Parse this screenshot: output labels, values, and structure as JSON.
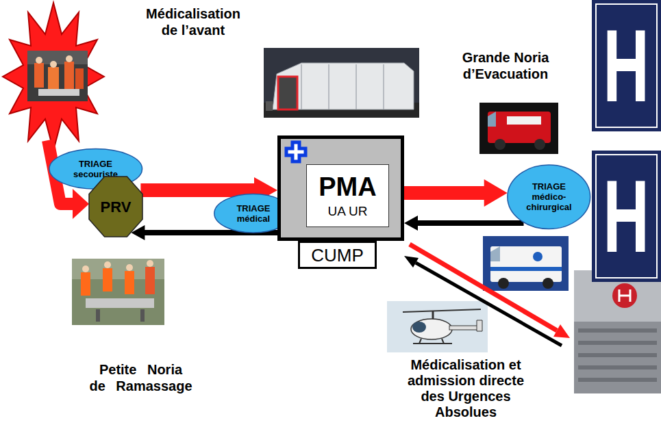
{
  "diagram": {
    "nodes": [
      {
        "text": [
          "TRIAGE secouriste"
        ]
      },
      {
        "text": [
          "PRV"
        ]
      },
      {
        "text": [
          "TRIAGE médical"
        ]
      },
      {
        "text": [
          "PMA",
          "UA UR"
        ]
      },
      {
        "text": [
          "CUMP"
        ]
      },
      {
        "text": [
          "TRIAGE médico-chirurgical"
        ]
      },
      {
        "text": [
          "H"
        ]
      },
      {
        "text": [
          "H"
        ]
      }
    ],
    "edges": [
      {
        "from": 1,
        "to": 3,
        "arrow": "to"
      },
      {
        "from": 3,
        "to": 1,
        "arrow": "to"
      },
      {
        "from": 3,
        "to": 5,
        "arrow": "to"
      },
      {
        "from": 5,
        "to": 3,
        "arrow": "to"
      }
    ],
    "labels": [
      "Médicalisation de l’avant",
      "Grande Noria d’Evacuation",
      "Petite Noria de Ramassage",
      "Médicalisation et admission directe des Urgences Absolues"
    ]
  }
}
